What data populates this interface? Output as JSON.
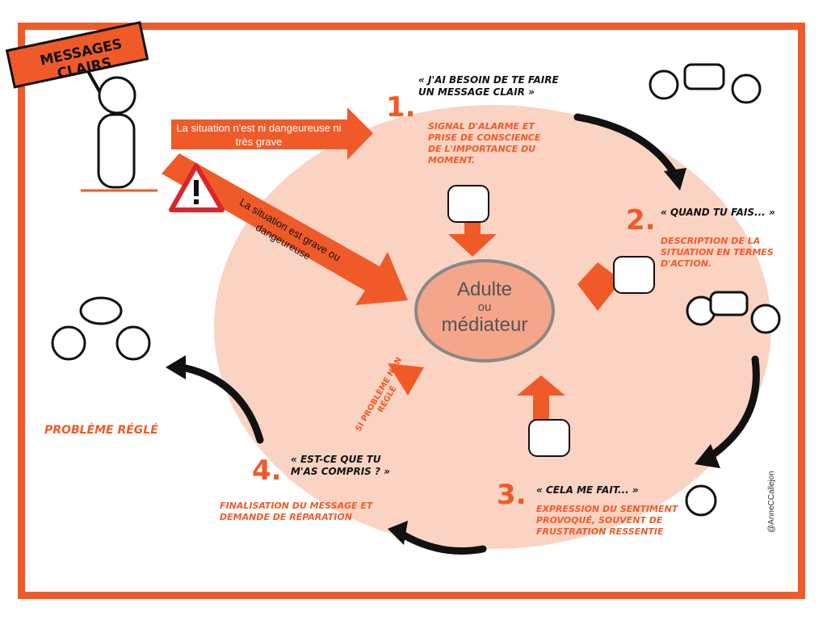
{
  "sign": {
    "label": "Messages clairs"
  },
  "center": {
    "line1": "Adulte",
    "line2": "ou",
    "line3": "médiateur"
  },
  "arrows": {
    "not_serious": "La situation n'est ni dangeureuse ni très grave",
    "serious": "La situation est grave ou dangeureuse",
    "unresolved": "Si problème non réglé"
  },
  "steps": [
    {
      "number": "1.",
      "quote": "« J'ai besoin de te faire un message clair »",
      "description": "Signal d'alarme et prise de conscience de l'importance du moment."
    },
    {
      "number": "2.",
      "quote": "« Quand tu fais... »",
      "description": "Description de la situation en termes d'action."
    },
    {
      "number": "3.",
      "quote": "« Cela me fait... »",
      "description": "Expression du sentiment provoqué, souvent de frustration ressentie"
    },
    {
      "number": "4.",
      "quote": "« Est-ce que tu m'as compris ? »",
      "description": "Finalisation du message et demande de réparation"
    }
  ],
  "resolved": {
    "label": "Problème réglé"
  },
  "signature": "@AnneCCallejon",
  "colors": {
    "accent": "#f05a28",
    "ellipse": "#fbd3c3",
    "center": "#f4a58a"
  }
}
